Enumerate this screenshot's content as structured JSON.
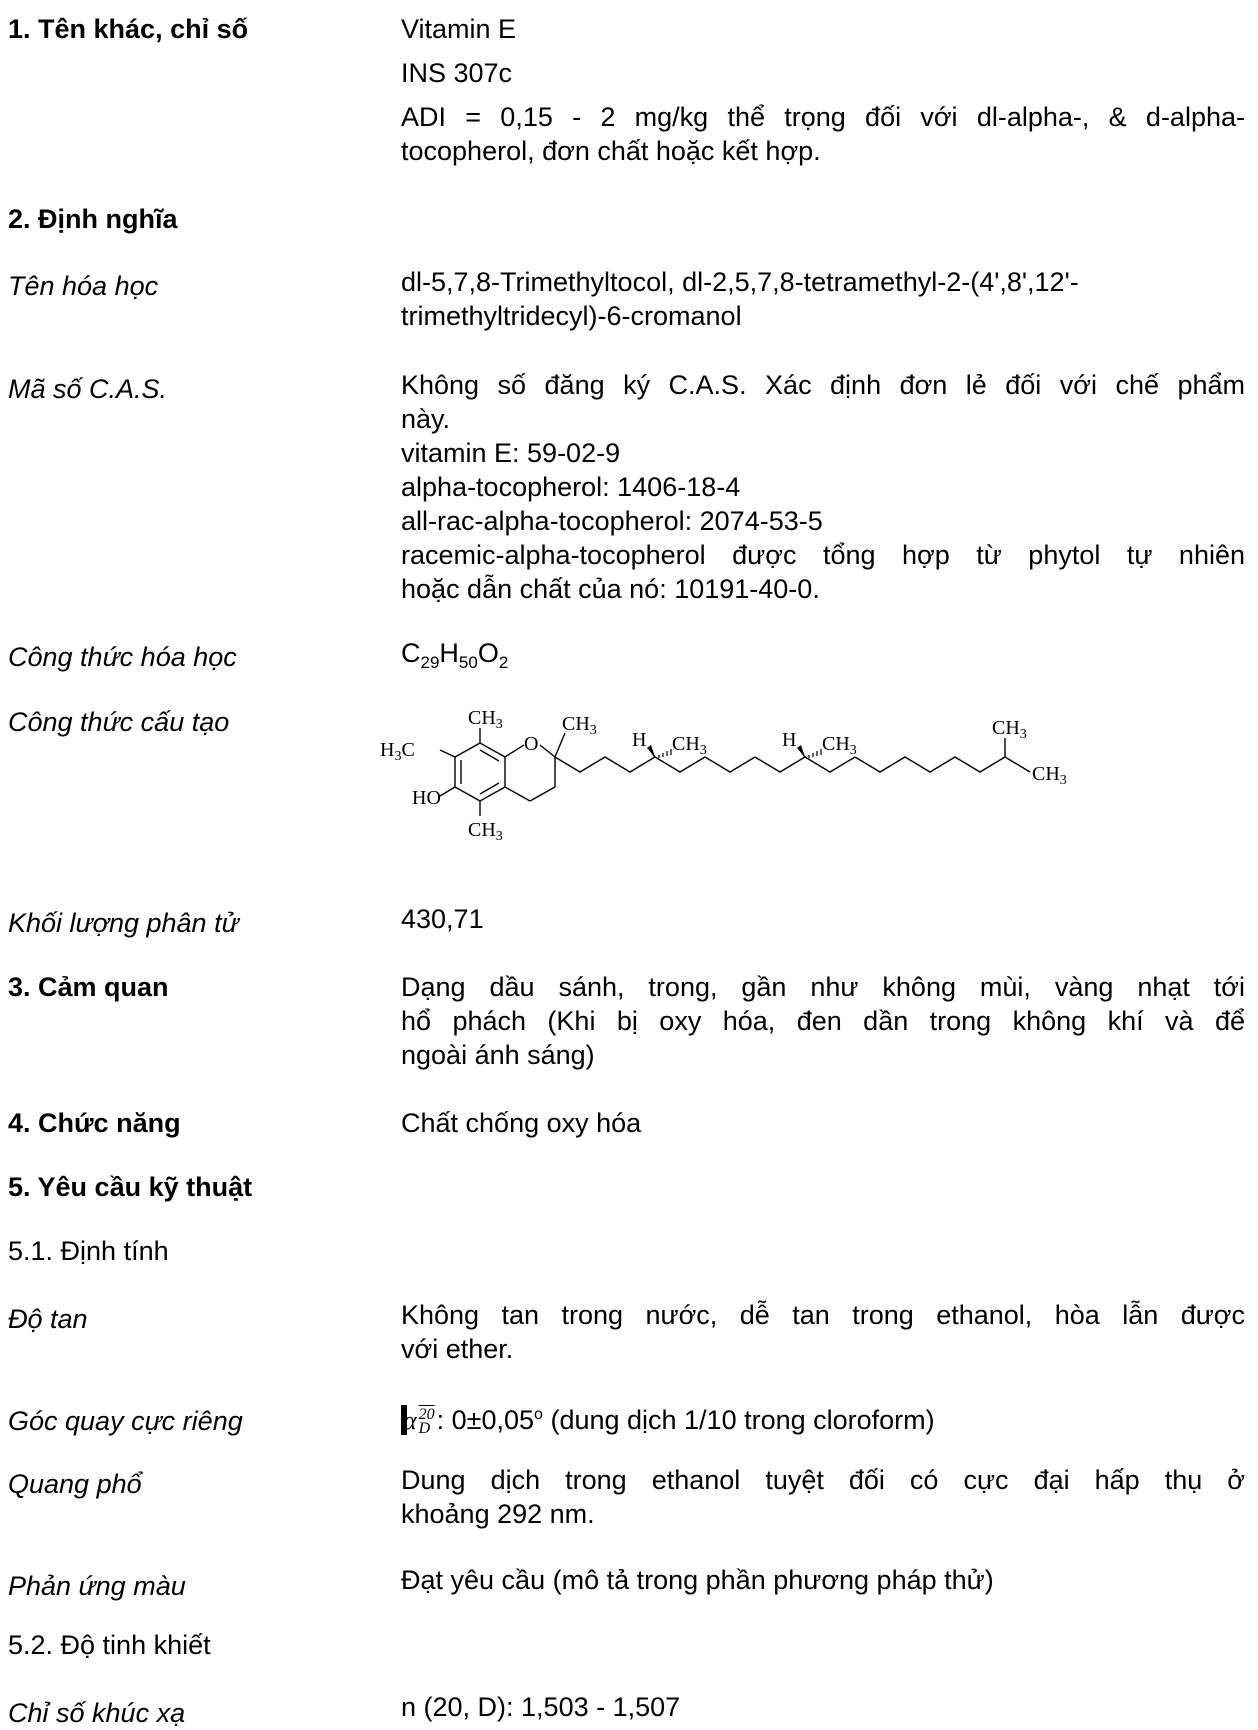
{
  "sections": {
    "s1": {
      "label": "1. Tên khác, chỉ số",
      "lines": [
        "Vitamin E",
        "INS 307c"
      ],
      "adi_line1": "ADI = 0,15 - 2 mg/kg thể trọng đối với dl-alpha-, & d-alpha-",
      "adi_line2": "tocopherol, đơn chất hoặc kết hợp."
    },
    "s2": {
      "label": "2. Định nghĩa"
    },
    "chem_name": {
      "label": "Tên hóa học",
      "line1": "dl-5,7,8-Trimethyltocol, dl-2,5,7,8-tetramethyl-2-(4',8',12'-",
      "line2": "trimethyltridecyl)-6-cromanol"
    },
    "cas": {
      "label": "Mã số C.A.S.",
      "line1": "Không số đăng ký C.A.S. Xác định đơn lẻ đối với chế phẩm",
      "line2": "này.",
      "line3": "vitamin E: 59-02-9",
      "line4": "alpha-tocopherol: 1406-18-4",
      "line5": "all-rac-alpha-tocopherol: 2074-53-5",
      "line6": "racemic-alpha-tocopherol được tổng hợp từ phytol tự nhiên",
      "line7": "hoặc dẫn chất của nó: 10191-40-0."
    },
    "formula": {
      "label": "Công thức hóa học",
      "c": "C",
      "c_n": "29",
      "h": "H",
      "h_n": "50",
      "o": "O",
      "o_n": "2"
    },
    "structure": {
      "label": "Công thức cấu tạo",
      "atoms": {
        "ch3": "CH",
        "sub3": "3",
        "h3c_h": "H",
        "h3c_3": "3",
        "h3c_c": "C",
        "o": "O",
        "h": "H",
        "ho": "HO"
      }
    },
    "mw": {
      "label": "Khối lượng phân tử",
      "value": "430,71"
    },
    "s3": {
      "label": "3. Cảm quan",
      "line1": "Dạng dầu sánh, trong, gần như không mùi, vàng nhạt tới",
      "line2": "hổ phách (Khi bị oxy hóa, đen dần trong không khí và để",
      "line3": "ngoài ánh sáng)"
    },
    "s4": {
      "label": "4. Chức năng",
      "value": "Chất chống oxy hóa"
    },
    "s5": {
      "label": "5. Yêu cầu kỹ thuật"
    },
    "s51": {
      "label": "5.1. Định tính"
    },
    "solubility": {
      "label": "Độ tan",
      "line1": "Không tan trong nước, dễ tan trong ethanol, hòa lẫn được",
      "line2": "với ether."
    },
    "rotation": {
      "label": "Góc quay cực riêng",
      "alpha": "α",
      "sup": "20",
      "sub": "D",
      "value": ": 0±0,05",
      "deg": "o",
      "rest": " (dung dịch 1/10 trong cloroform)"
    },
    "spectrum": {
      "label": "Quang phổ",
      "line1": "Dung dịch trong ethanol tuyệt đối có cực đại hấp thụ ở",
      "line2": "khoảng 292 nm."
    },
    "color": {
      "label": "Phản ứng màu",
      "value": "Đạt yêu cầu (mô tả trong phần phương pháp thử)"
    },
    "s52": {
      "label": "5.2. Độ tinh khiết"
    },
    "refr": {
      "label": "Chỉ số khúc xạ",
      "value": "n (20, D): 1,503 - 1,507"
    }
  }
}
